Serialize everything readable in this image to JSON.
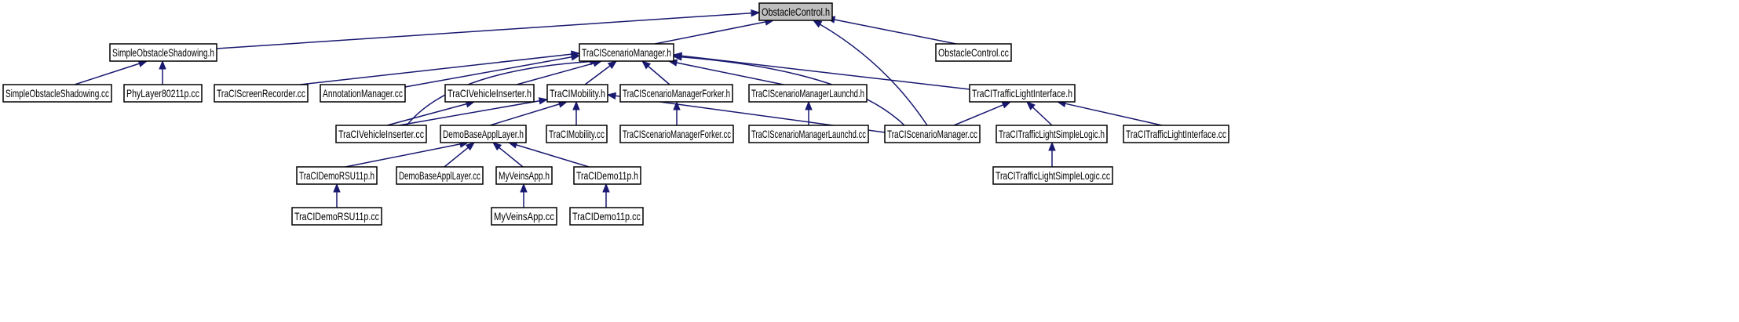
{
  "diagram": {
    "title": "",
    "colors": {
      "edge": "#191970",
      "root_fill": "#bfbfbf",
      "node_fill": "#ffffff",
      "border": "#000000"
    },
    "root_node": "ObstacleControl.h",
    "nodes": [
      "ObstacleControl.h",
      "SimpleObstacleShadowing.h",
      "TraCIScenarioManager.h",
      "ObstacleControl.cc",
      "SimpleObstacleShadowing.cc",
      "PhyLayer80211p.cc",
      "TraCIScreenRecorder.cc",
      "AnnotationManager.cc",
      "TraCIVehicleInserter.h",
      "TraCIMobility.h",
      "TraCIScenarioManagerForker.h",
      "TraCIScenarioManagerLaunchd.h",
      "TraCITrafficLightInterface.h",
      "TraCIVehicleInserter.cc",
      "DemoBaseApplLayer.h",
      "TraCIMobility.cc",
      "TraCIScenarioManagerForker.cc",
      "TraCIScenarioManagerLaunchd.cc",
      "TraCIScenarioManager.cc",
      "TraCITrafficLightSimpleLogic.h",
      "TraCITrafficLightInterface.cc",
      "TraCIDemoRSU11p.h",
      "DemoBaseApplLayer.cc",
      "MyVeinsApp.h",
      "TraCIDemo11p.h",
      "TraCITrafficLightSimpleLogic.cc",
      "TraCIDemoRSU11p.cc",
      "MyVeinsApp.cc",
      "TraCIDemo11p.cc"
    ],
    "edges": [
      [
        "SimpleObstacleShadowing.h",
        "ObstacleControl.h"
      ],
      [
        "TraCIScenarioManager.h",
        "ObstacleControl.h"
      ],
      [
        "TraCIScenarioManager.cc",
        "ObstacleControl.h"
      ],
      [
        "ObstacleControl.cc",
        "ObstacleControl.h"
      ],
      [
        "SimpleObstacleShadowing.cc",
        "SimpleObstacleShadowing.h"
      ],
      [
        "PhyLayer80211p.cc",
        "SimpleObstacleShadowing.h"
      ],
      [
        "TraCIScreenRecorder.cc",
        "TraCIScenarioManager.h"
      ],
      [
        "AnnotationManager.cc",
        "TraCIScenarioManager.h"
      ],
      [
        "TraCIVehicleInserter.h",
        "TraCIScenarioManager.h"
      ],
      [
        "TraCIMobility.h",
        "TraCIScenarioManager.h"
      ],
      [
        "TraCIScenarioManagerForker.h",
        "TraCIScenarioManager.h"
      ],
      [
        "TraCIScenarioManagerLaunchd.h",
        "TraCIScenarioManager.h"
      ],
      [
        "TraCITrafficLightInterface.h",
        "TraCIScenarioManager.h"
      ],
      [
        "TraCIVehicleInserter.cc",
        "TraCIScenarioManager.h"
      ],
      [
        "TraCIScenarioManager.cc",
        "TraCIScenarioManager.h"
      ],
      [
        "TraCIVehicleInserter.cc",
        "TraCIVehicleInserter.h"
      ],
      [
        "TraCIVehicleInserter.cc",
        "TraCIMobility.h"
      ],
      [
        "DemoBaseApplLayer.h",
        "TraCIMobility.h"
      ],
      [
        "TraCIMobility.cc",
        "TraCIMobility.h"
      ],
      [
        "TraCIScenarioManager.cc",
        "TraCIMobility.h"
      ],
      [
        "TraCIScenarioManagerForker.cc",
        "TraCIScenarioManagerForker.h"
      ],
      [
        "TraCIScenarioManagerLaunchd.cc",
        "TraCIScenarioManagerLaunchd.h"
      ],
      [
        "TraCIScenarioManager.cc",
        "TraCITrafficLightInterface.h"
      ],
      [
        "TraCITrafficLightSimpleLogic.h",
        "TraCITrafficLightInterface.h"
      ],
      [
        "TraCITrafficLightInterface.cc",
        "TraCITrafficLightInterface.h"
      ],
      [
        "TraCIDemoRSU11p.h",
        "DemoBaseApplLayer.h"
      ],
      [
        "DemoBaseApplLayer.cc",
        "DemoBaseApplLayer.h"
      ],
      [
        "MyVeinsApp.h",
        "DemoBaseApplLayer.h"
      ],
      [
        "TraCIDemo11p.h",
        "DemoBaseApplLayer.h"
      ],
      [
        "TraCITrafficLightSimpleLogic.cc",
        "TraCITrafficLightSimpleLogic.h"
      ],
      [
        "TraCIDemoRSU11p.cc",
        "TraCIDemoRSU11p.h"
      ],
      [
        "MyVeinsApp.cc",
        "MyVeinsApp.h"
      ],
      [
        "TraCIDemo11p.cc",
        "TraCIDemo11p.h"
      ]
    ]
  }
}
